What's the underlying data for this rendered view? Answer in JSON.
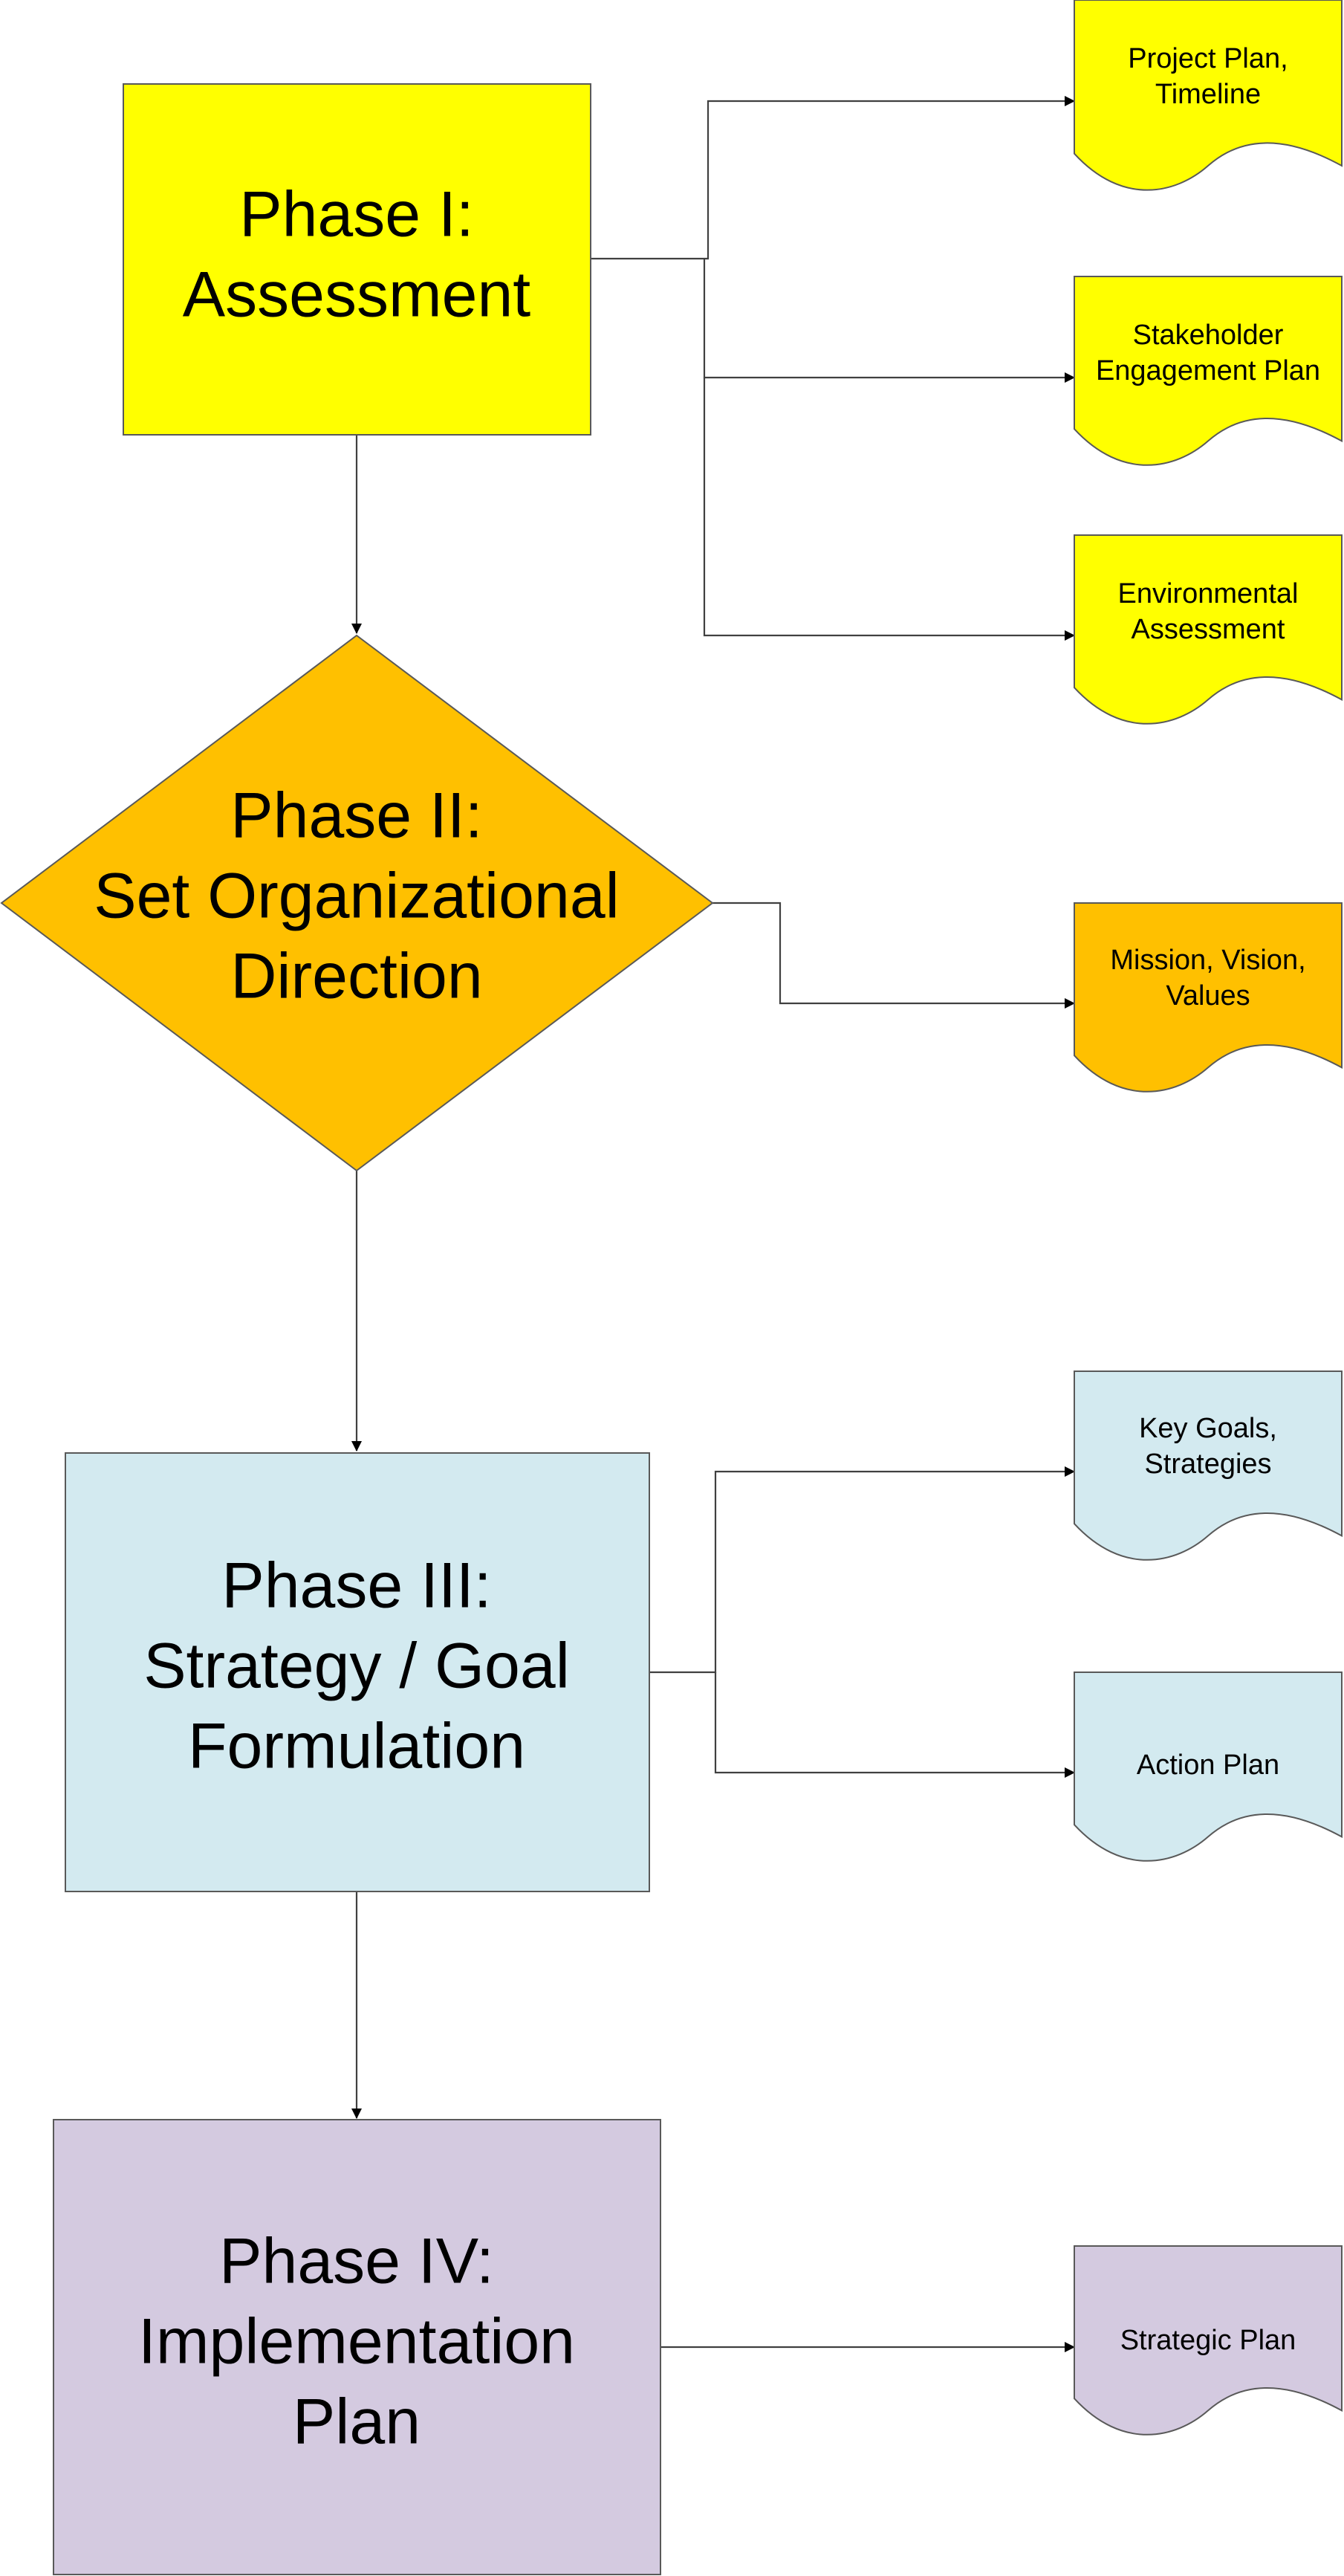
{
  "colors": {
    "phase1": "#ffff00",
    "phase2": "#ffc000",
    "phase3": "#d3eaf0",
    "phase4": "#d4cae0",
    "connector": "#404040",
    "outline": "#595959"
  },
  "phases": [
    {
      "id": "phase1",
      "lines": [
        "Phase I:",
        "Assessment"
      ]
    },
    {
      "id": "phase2",
      "lines": [
        "Phase II:",
        "Set Organizational",
        "Direction"
      ]
    },
    {
      "id": "phase3",
      "lines": [
        "Phase III:",
        "Strategy / Goal",
        "Formulation"
      ]
    },
    {
      "id": "phase4",
      "lines": [
        "Phase IV:",
        "Implementation",
        "Plan"
      ]
    }
  ],
  "documents": [
    {
      "id": "project-plan",
      "lines": [
        "Project Plan,",
        "Timeline"
      ]
    },
    {
      "id": "stakeholder-plan",
      "lines": [
        "Stakeholder",
        "Engagement Plan"
      ]
    },
    {
      "id": "environmental-assessment",
      "lines": [
        "Environmental",
        "Assessment"
      ]
    },
    {
      "id": "mission-vision",
      "lines": [
        "Mission, Vision,",
        "Values"
      ]
    },
    {
      "id": "key-goals",
      "lines": [
        "Key Goals,",
        "Strategies"
      ]
    },
    {
      "id": "action-plan",
      "lines": [
        "Action Plan"
      ]
    },
    {
      "id": "strategic-plan",
      "lines": [
        "Strategic Plan"
      ]
    }
  ]
}
